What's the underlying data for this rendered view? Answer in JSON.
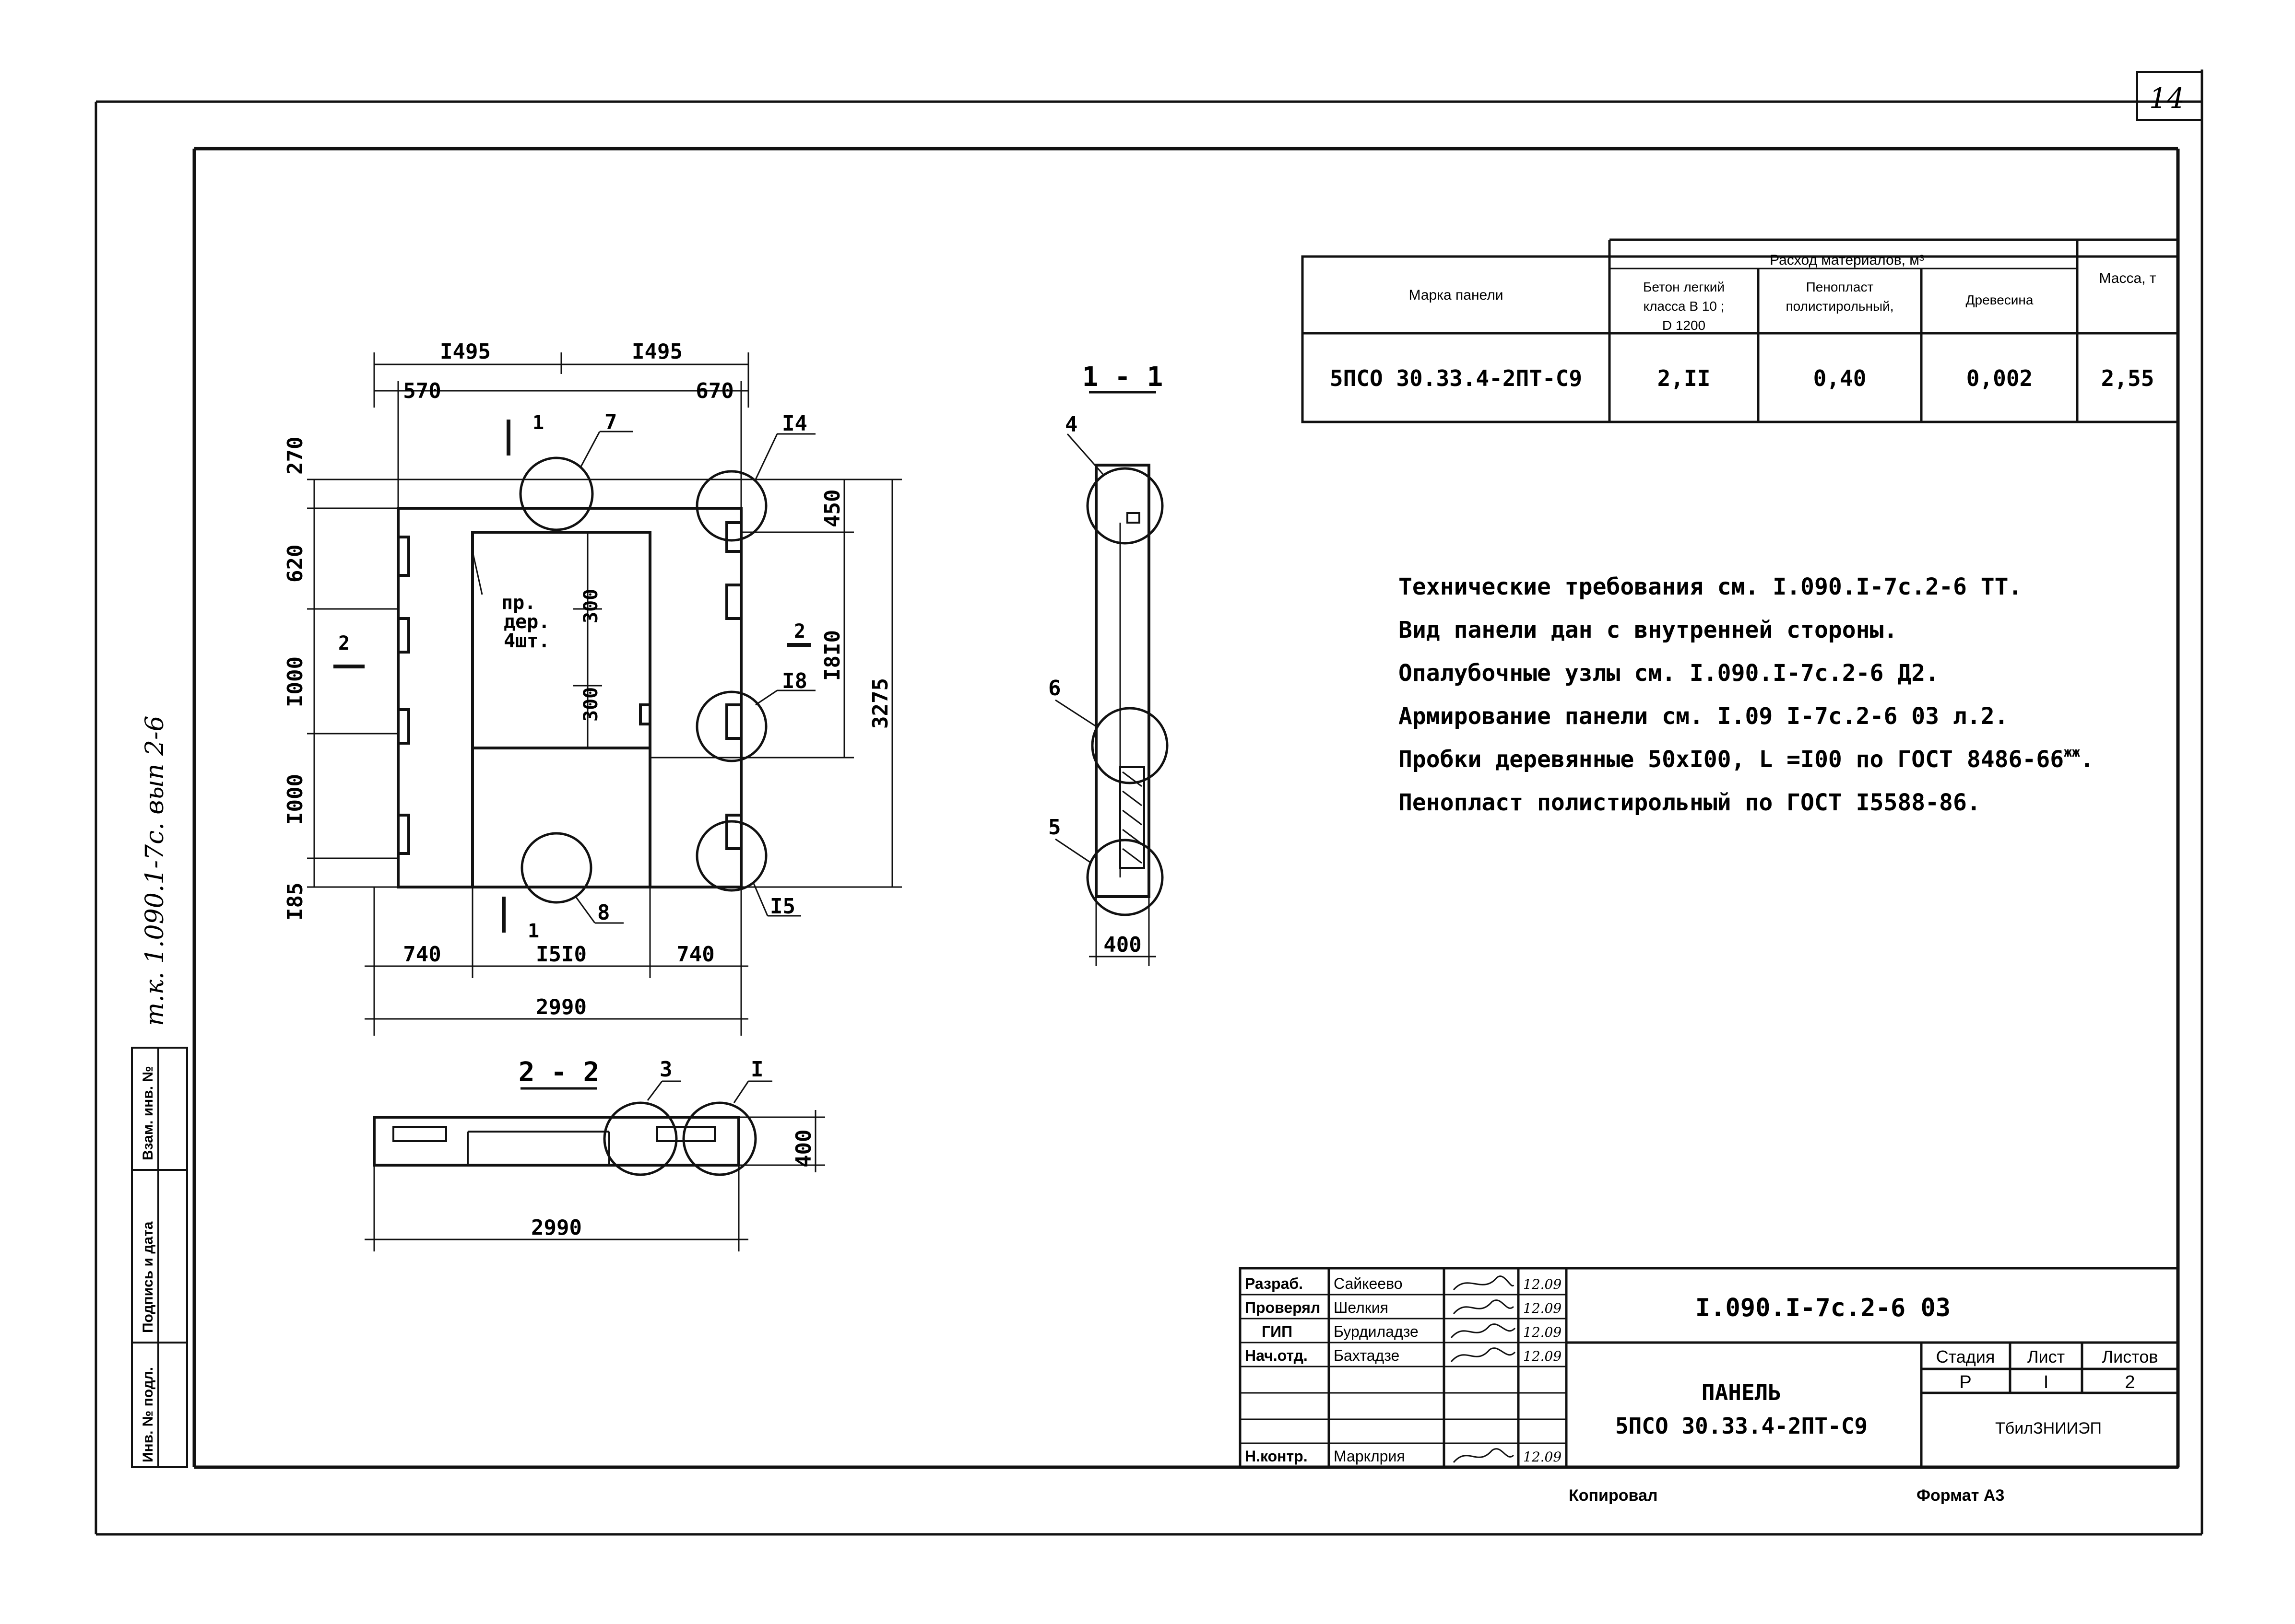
{
  "sheet": {
    "page_number": "14",
    "side_note": "т.к. 1.090.1-7с. вып 2-6",
    "side_labels": [
      "Инв. № подл.",
      "Подпись и дата",
      "Взам. инв. №"
    ],
    "copied_by": "Копировал",
    "format": "Формат А3"
  },
  "materials_table": {
    "mark_header": "Марка панели",
    "group_header": "Расход материалов, м³",
    "mass_header": "Масса, т",
    "col_concrete": [
      "Бетон легкий",
      "класса В 10 ;",
      "D 1200"
    ],
    "col_foam": [
      "Пенопласт",
      "полистирольный,"
    ],
    "col_wood": "Древесина",
    "row": {
      "mark": "5ПСО 30.33.4-2ПТ-С9",
      "concrete": "2,II",
      "foam": "0,40",
      "wood": "0,002",
      "mass": "2,55"
    }
  },
  "notes": [
    "Технические требования см. I.090.I-7с.2-6 ТТ.",
    "Вид панели дан с внутренней стороны.",
    "Опалубочные узлы см. I.090.I-7с.2-6 Д2.",
    "Армирование панели см. I.09  I-7с.2-6 03 л.2.",
    "Пробки деревянные 50хI00, L =I00 по ГОСТ 8486-66",
    "Пенопласт полистирольный по ГОСТ I5588-86."
  ],
  "note_sup": "жж",
  "section_labels": {
    "s1": "1 - 1",
    "s2": "2 - 2"
  },
  "plan": {
    "dims_top": [
      "I495",
      "I495"
    ],
    "dims_top2": [
      "570",
      "670"
    ],
    "dims_left": [
      "270",
      "620",
      "I000",
      "I000",
      "I85"
    ],
    "dims_right": [
      "450",
      "I8I0",
      "3275"
    ],
    "dims_bottom": [
      "740",
      "I5I0",
      "740"
    ],
    "dim_total": "2990",
    "inner_dims": [
      "300",
      "300"
    ],
    "inner_label": [
      "пр.",
      "дер.",
      "4шт."
    ],
    "cut_marks": [
      "1",
      "1",
      "2",
      "2"
    ],
    "callouts": [
      "7",
      "I4",
      "I8",
      "8",
      "I5"
    ]
  },
  "section11": {
    "callouts": [
      "4",
      "6",
      "5"
    ],
    "dim": "400"
  },
  "section22": {
    "callouts": [
      "3",
      "I"
    ],
    "dim_total": "2990",
    "dim_height": "400"
  },
  "title_block": {
    "roles": [
      "Разраб.",
      "Проверял",
      "ГИП",
      "Нач.отд.",
      "",
      "",
      "Н.контр."
    ],
    "names": [
      "Сайкеево",
      "Шелкия",
      "Бурдиладзе",
      "Бахтадзе",
      "",
      "",
      "Марклрия"
    ],
    "dates": [
      "12.09",
      "12.09",
      "12.09",
      "12.09",
      "",
      "",
      "12.09"
    ],
    "doc_code": "I.090.I-7с.2-6 03",
    "title1": "ПАНЕЛЬ",
    "title2": "5ПСО 30.33.4-2ПТ-С9",
    "stage_h": "Стадия",
    "sheet_h": "Лист",
    "sheets_h": "Листов",
    "stage_v": "Р",
    "sheet_v": "I",
    "sheets_v": "2",
    "org": "ТбилЗНИИЭП"
  }
}
